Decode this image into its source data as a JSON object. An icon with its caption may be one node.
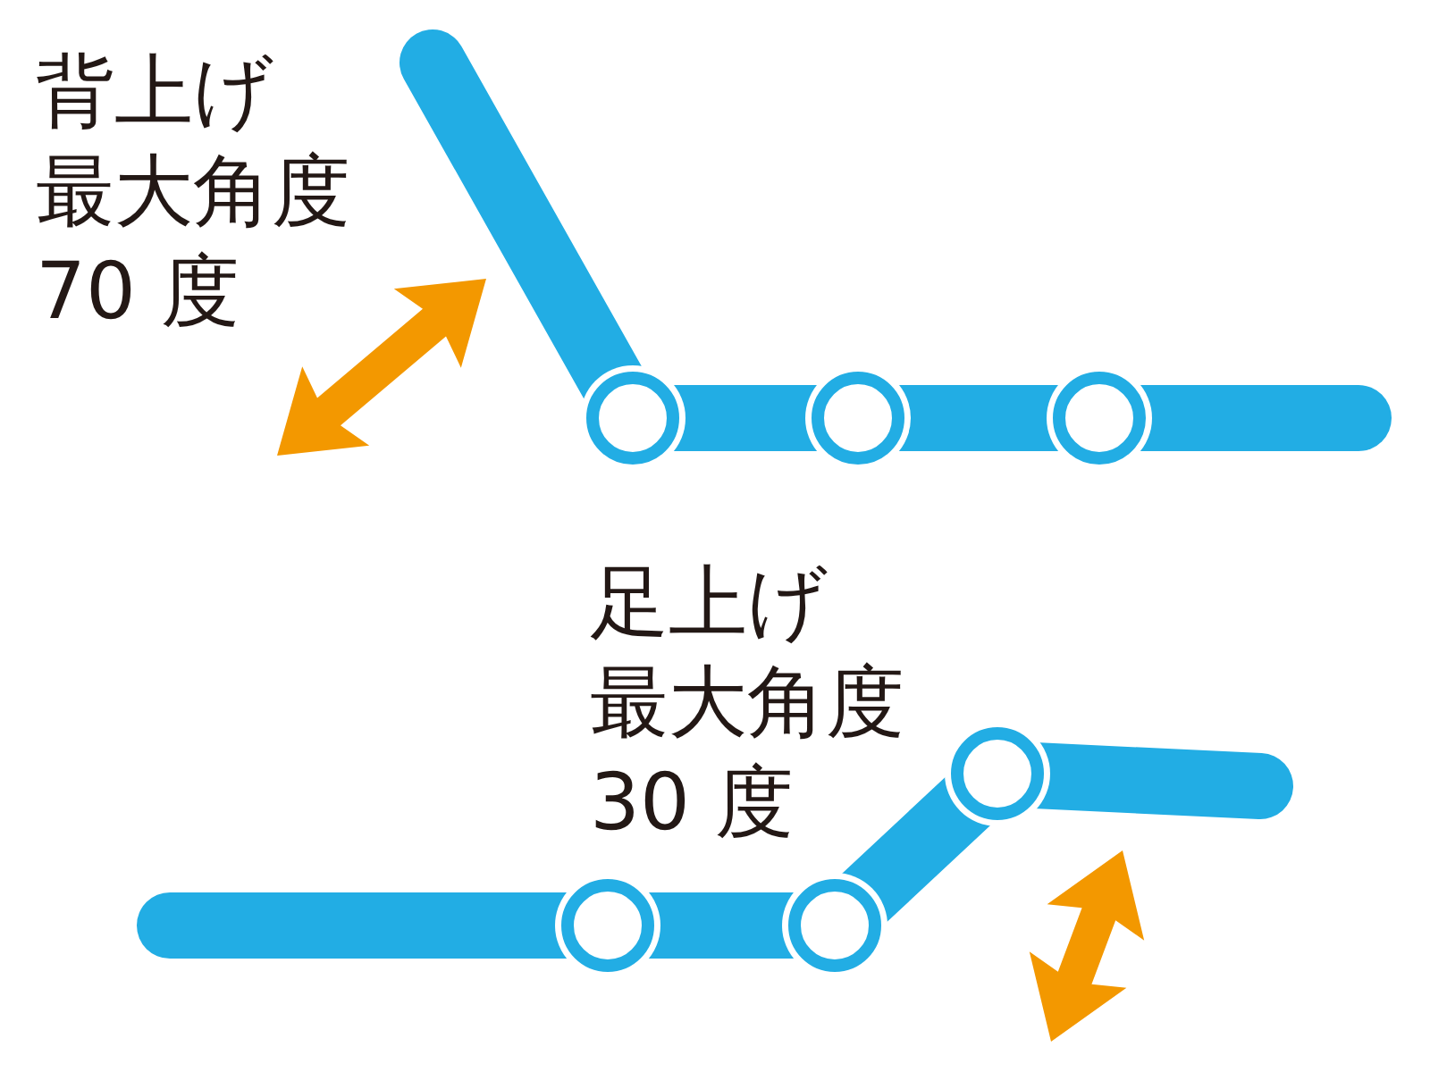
{
  "diagram": {
    "labels": [
      "背上げ",
      "最大角度",
      "70 度",
      "足上げ",
      "最大角度",
      "30 度"
    ]
  }
}
